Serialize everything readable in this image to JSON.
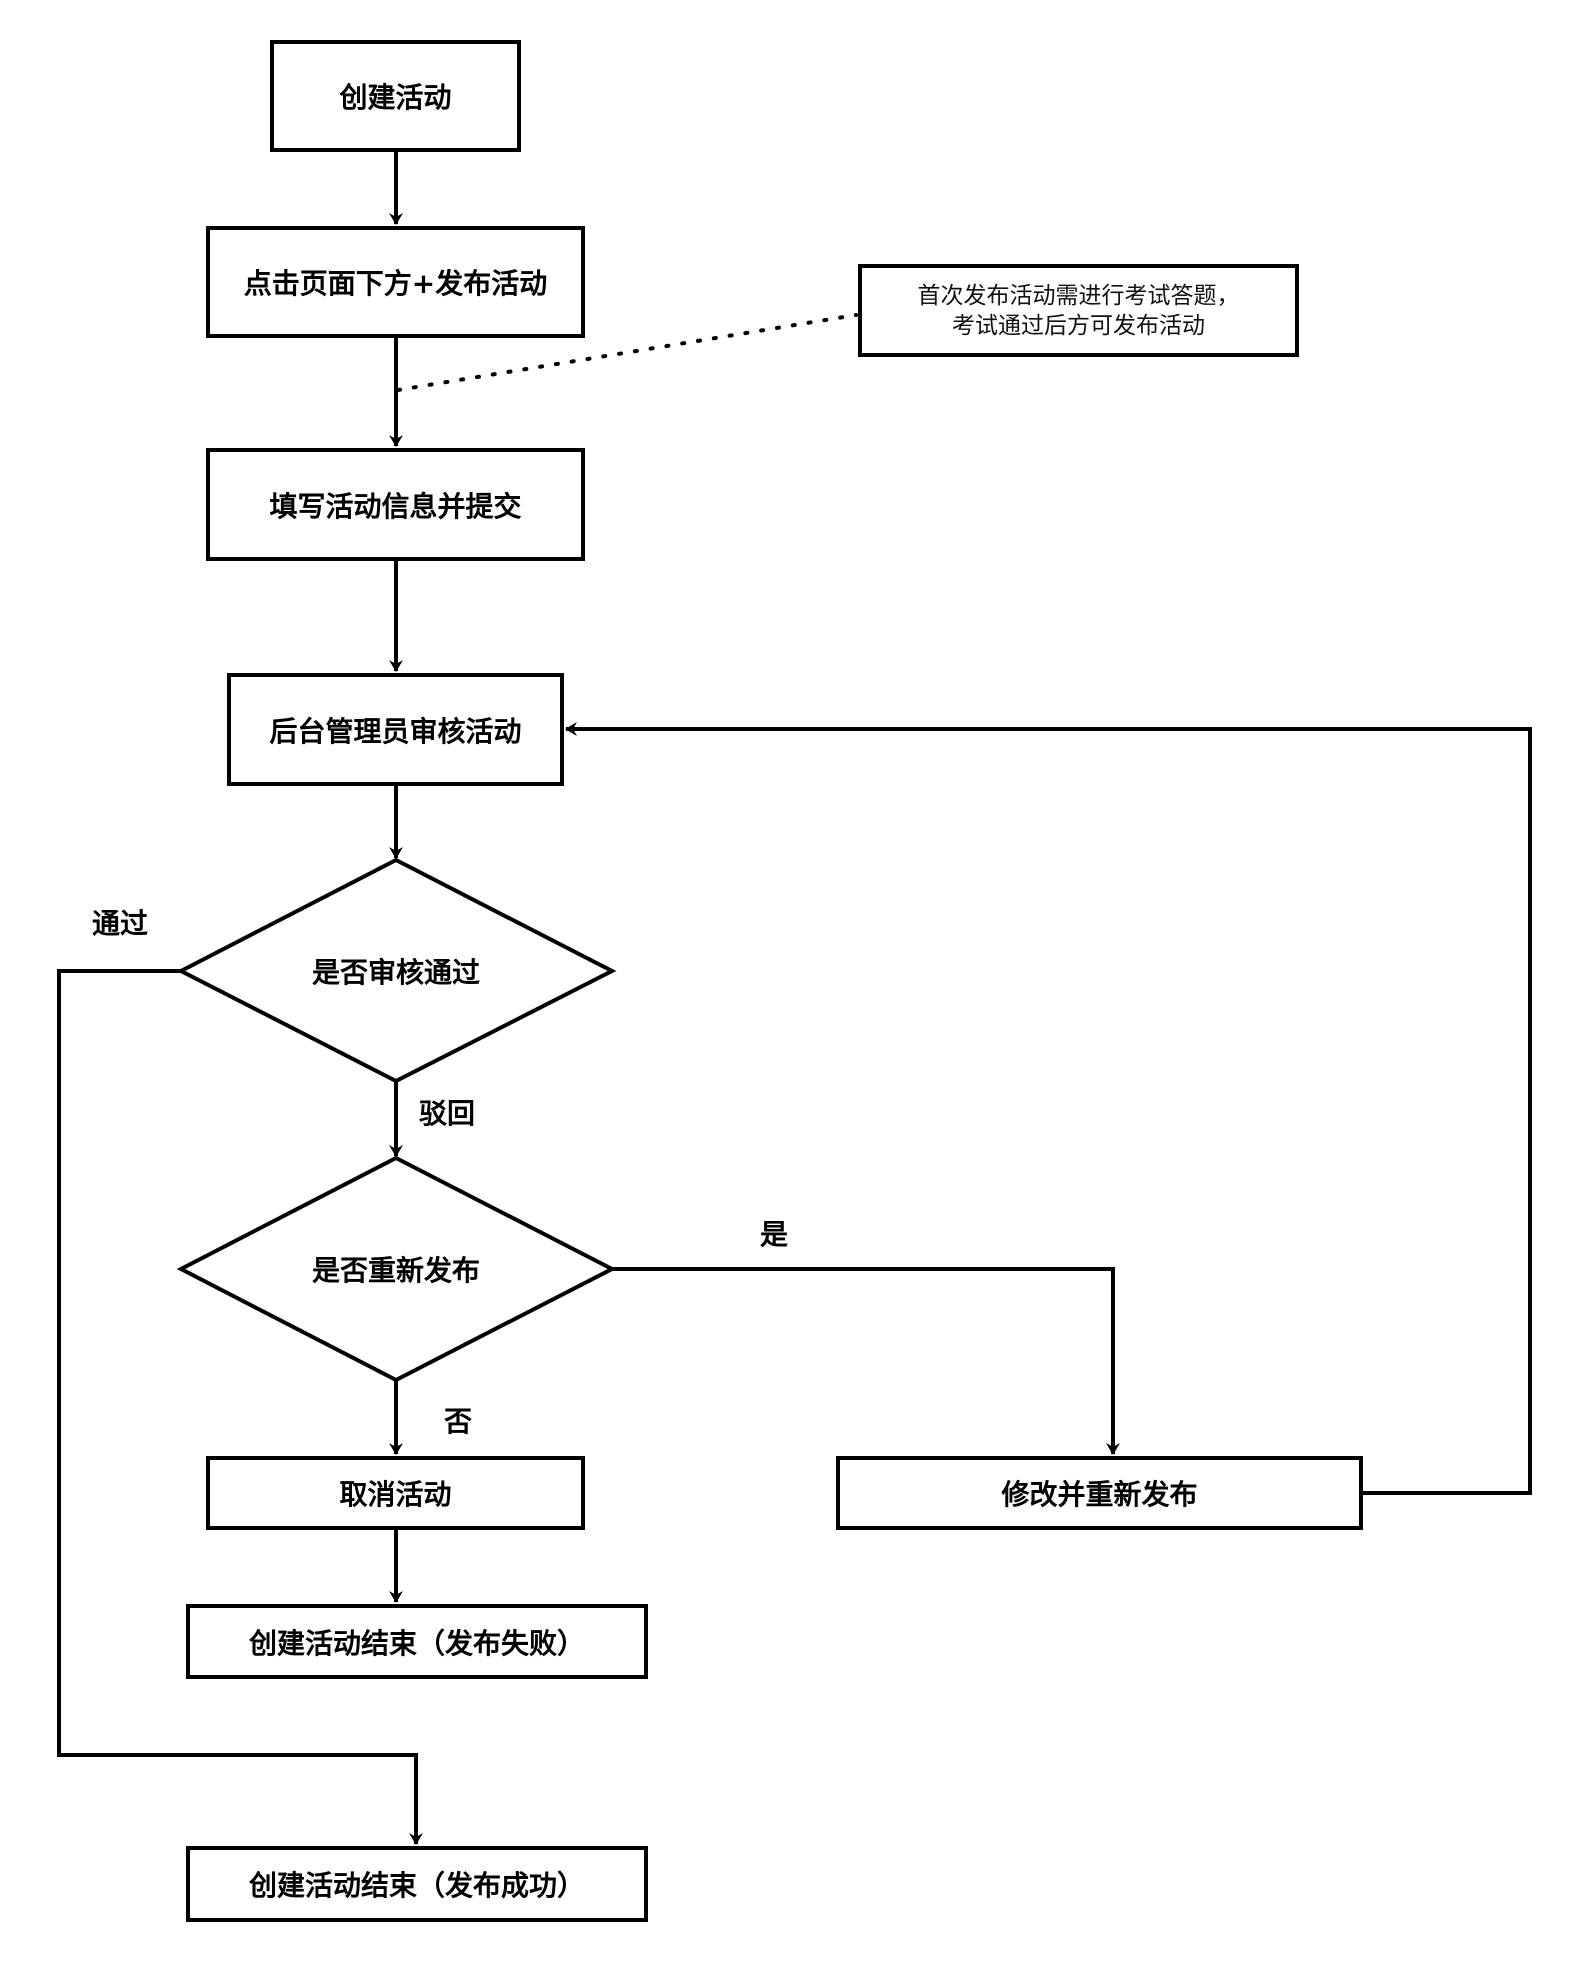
{
  "diagram": {
    "type": "flowchart",
    "nodes": {
      "create_activity": "创建活动",
      "click_publish": "点击页面下方+发布活动",
      "fill_info": "填写活动信息并提交",
      "admin_review": "后台管理员审核活动",
      "decision_approved": "是否审核通过",
      "decision_republish": "是否重新发布",
      "cancel_activity": "取消活动",
      "modify_republish": "修改并重新发布",
      "end_failed": "创建活动结束（发布失败）",
      "end_success": "创建活动结束（发布成功）"
    },
    "note": "首次发布活动需进行考试答题，\n考试通过后方可发布活动",
    "edge_labels": {
      "approved": "通过",
      "rejected": "驳回",
      "yes": "是",
      "no": "否"
    },
    "edges": [
      {
        "from": "create_activity",
        "to": "click_publish"
      },
      {
        "from": "click_publish",
        "to": "fill_info"
      },
      {
        "from": "fill_info",
        "to": "admin_review"
      },
      {
        "from": "admin_review",
        "to": "decision_approved"
      },
      {
        "from": "decision_approved",
        "to": "end_success",
        "label": "通过"
      },
      {
        "from": "decision_approved",
        "to": "decision_republish",
        "label": "驳回"
      },
      {
        "from": "decision_republish",
        "to": "modify_republish",
        "label": "是"
      },
      {
        "from": "decision_republish",
        "to": "cancel_activity",
        "label": "否"
      },
      {
        "from": "modify_republish",
        "to": "admin_review"
      },
      {
        "from": "cancel_activity",
        "to": "end_failed"
      }
    ],
    "colors": {
      "stroke": "#000000",
      "background": "#ffffff"
    }
  }
}
